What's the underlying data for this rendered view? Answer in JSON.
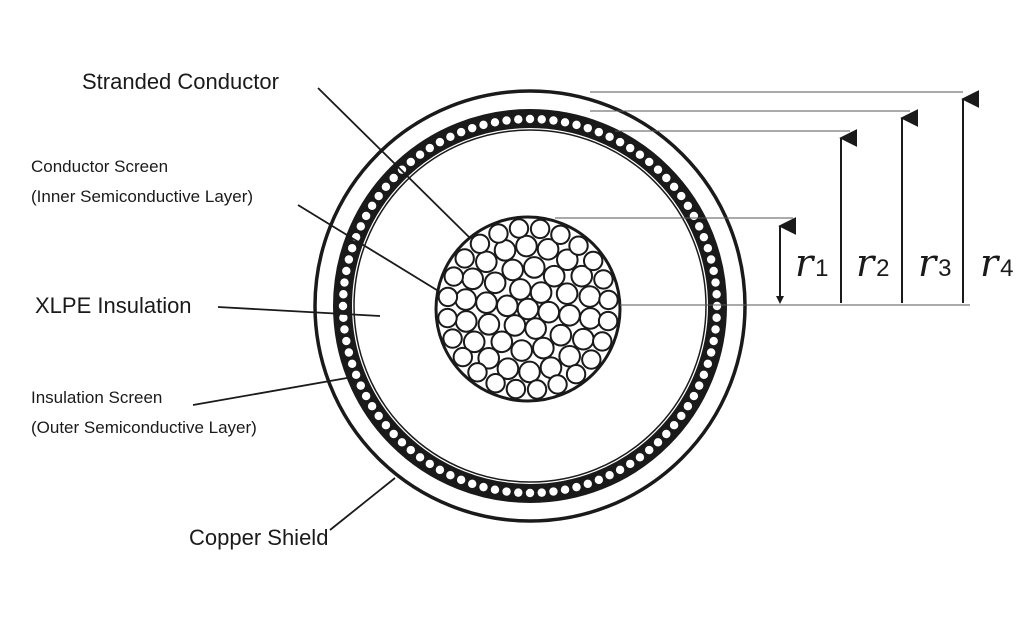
{
  "labels": {
    "stranded_conductor": "Stranded Conductor",
    "conductor_screen": "Conductor Screen",
    "conductor_screen_detail": "(Inner Semiconductive Layer)",
    "xlpe_insulation": "XLPE Insulation",
    "insulation_screen": "Insulation Screen",
    "insulation_screen_detail": "(Outer Semiconductive Layer)",
    "copper_shield": "Copper Shield"
  },
  "radii": [
    {
      "symbol": "r",
      "sub": "1"
    },
    {
      "symbol": "r",
      "sub": "2"
    },
    {
      "symbol": "r",
      "sub": "3"
    },
    {
      "symbol": "r",
      "sub": "4"
    }
  ],
  "colors": {
    "ink": "#1a1a1a",
    "background": "#ffffff"
  }
}
